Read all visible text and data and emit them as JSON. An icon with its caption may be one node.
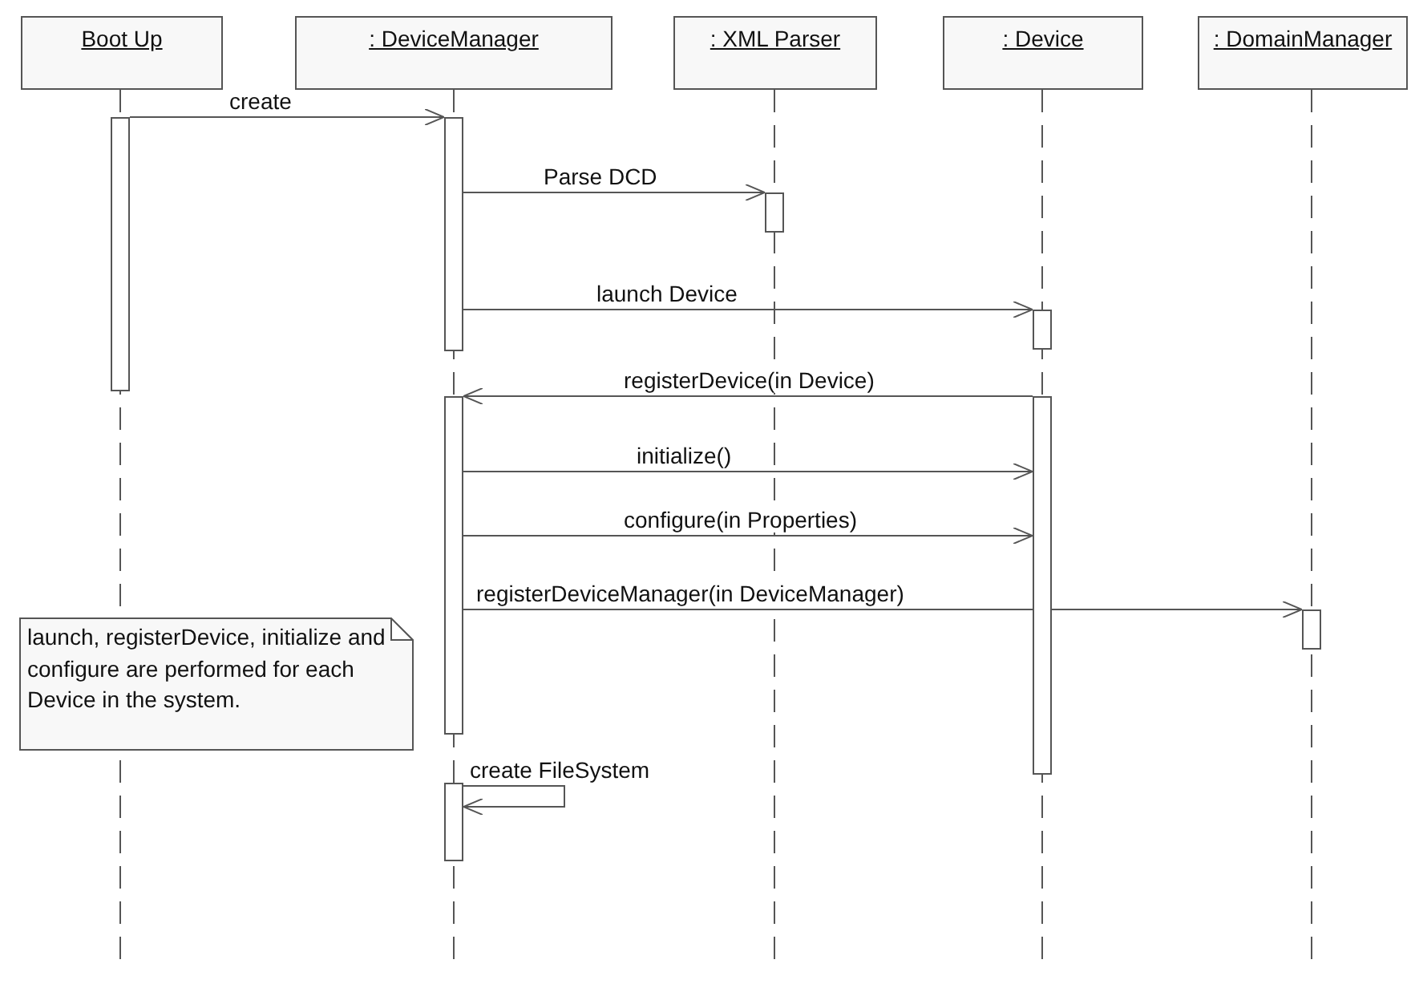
{
  "diagram": {
    "nodes": [
      {
        "text": [
          "Boot Up"
        ]
      },
      {
        "text": [
          ": DeviceManager"
        ]
      },
      {
        "text": [
          ": XML Parser"
        ]
      },
      {
        "text": [
          ": Device"
        ]
      },
      {
        "text": [
          ": DomainManager"
        ]
      },
      {
        "text": [],
        "shape": "bar"
      },
      {
        "text": [],
        "shape": "bar"
      },
      {
        "text": [],
        "shape": "bar"
      },
      {
        "text": [],
        "shape": "bar"
      },
      {
        "text": [],
        "shape": "bar"
      },
      {
        "text": [],
        "shape": "bar"
      },
      {
        "text": [],
        "shape": "bar"
      },
      {
        "text": [],
        "shape": "bar"
      },
      {
        "text": [
          "launch, registerDevice, initialize and configure are performed for each Device in the system."
        ]
      }
    ],
    "edges": [
      {
        "from": 5,
        "to": 6,
        "arrow": "to",
        "label": "create"
      },
      {
        "from": 6,
        "to": 7,
        "arrow": "to",
        "label": "Parse DCD"
      },
      {
        "from": 6,
        "to": 8,
        "arrow": "to",
        "label": "launch Device"
      },
      {
        "from": 10,
        "to": 9,
        "arrow": "to",
        "label": "registerDevice(in Device)"
      },
      {
        "from": 9,
        "to": 10,
        "arrow": "to",
        "label": "initialize()"
      },
      {
        "from": 9,
        "to": 10,
        "arrow": "to",
        "label": "configure(in Properties)"
      },
      {
        "from": 9,
        "to": 11,
        "arrow": "to",
        "label": "registerDeviceManager(in DeviceManager)"
      },
      {
        "from": 12,
        "to": 12,
        "arrow": "to",
        "label": "create FileSystem"
      }
    ]
  }
}
